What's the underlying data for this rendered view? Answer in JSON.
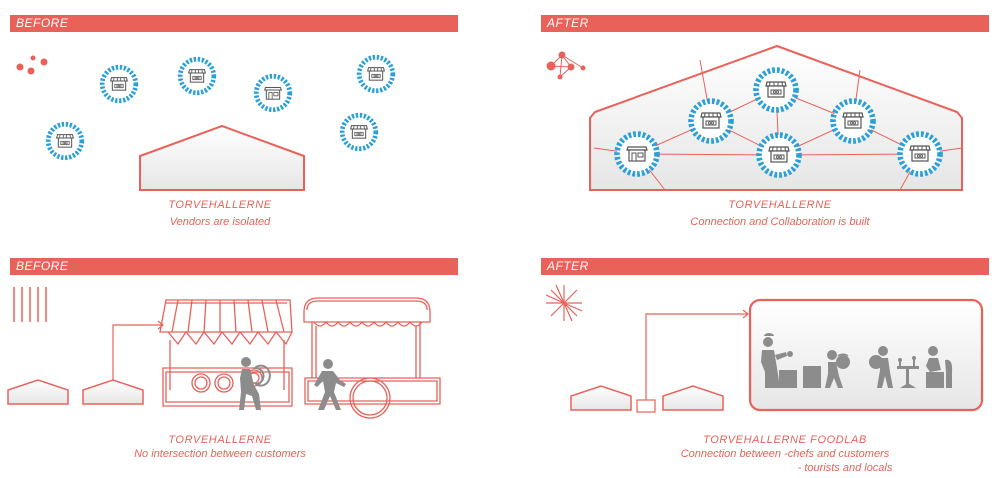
{
  "colors": {
    "accent": "#e8625a",
    "ring": "#2b9fd8",
    "gray": "#8c8c8c"
  },
  "panels": {
    "top_left": {
      "label": "BEFORE",
      "caption_title": "TORVEHALLERNE",
      "caption_sub": "Vendors are isolated"
    },
    "top_right": {
      "label": "AFTER",
      "caption_title": "TORVEHALLERNE",
      "caption_sub": "Connection and Collaboration is built"
    },
    "bottom_left": {
      "label": "BEFORE",
      "caption_title": "TORVEHALLERNE",
      "caption_sub": "No intersection between customers"
    },
    "bottom_right": {
      "label": "AFTER",
      "caption_title": "TORVEHALLERNE FOODLAB",
      "caption_sub": "Connection between -chefs and customers",
      "caption_sub2": "- tourists and locals"
    }
  },
  "icons": {
    "vendor": "market-stall-icon",
    "network": "network-icon",
    "burst": "starburst-icon",
    "lines": "parallel-lines-icon",
    "dots": "scattered-dots-icon"
  }
}
